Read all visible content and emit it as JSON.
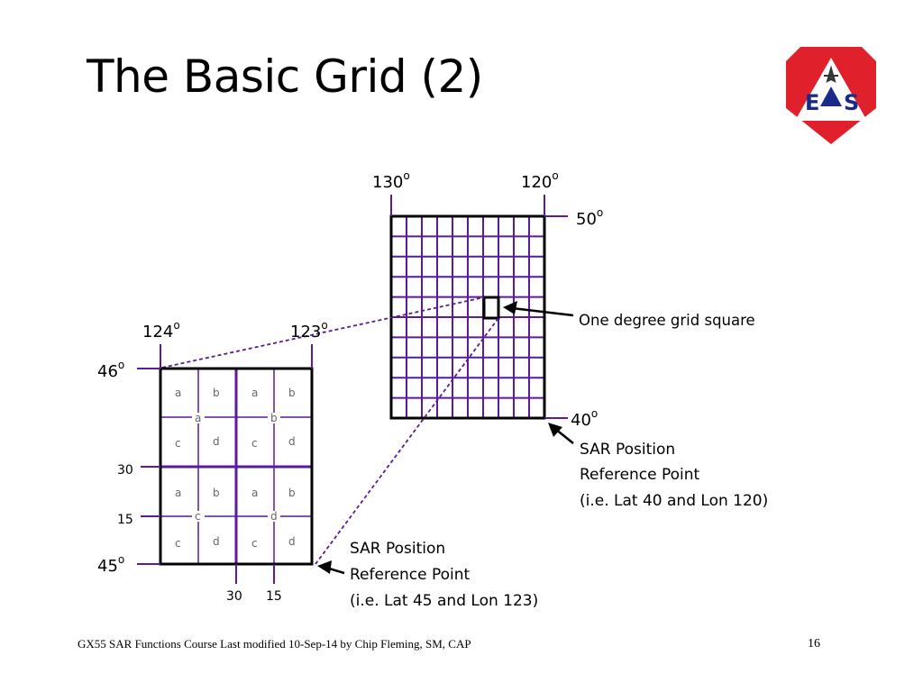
{
  "slide": {
    "title": "The Basic Grid (2)",
    "footer": "GX55 SAR Functions Course  Last modified 10-Sep-14 by Chip Fleming, SM, CAP",
    "page_number": "16"
  },
  "logo": {
    "letter_left": "E",
    "letter_right": "S",
    "shield_color": "#e0202a",
    "triangle_color": "#ffffff",
    "center_color": "#1a2a8a"
  },
  "colors": {
    "grid_purple": "#5a1a9a",
    "black": "#000000"
  },
  "large_grid": {
    "lon_labels": [
      "130",
      "120"
    ],
    "lat_labels": [
      "50",
      "40"
    ],
    "degree_mark": "o",
    "columns": 10,
    "rows": 10,
    "callout_square": "One degree grid square",
    "reference_point": [
      "SAR Position",
      "Reference Point",
      "(i.e. Lat 40 and Lon 120)"
    ]
  },
  "small_grid": {
    "lon_labels": [
      "124",
      "123"
    ],
    "lat_labels": [
      "46",
      "45"
    ],
    "minute_lat_labels": [
      "30",
      "15"
    ],
    "minute_lon_labels": [
      "30",
      "15"
    ],
    "quadrant_letters": [
      "a",
      "b",
      "a",
      "b"
    ],
    "quadrant_letters_bottom": [
      "c",
      "d",
      "c",
      "d"
    ],
    "section_letters_top": [
      "a",
      "b"
    ],
    "section_letters_bottom": [
      "c",
      "d"
    ],
    "reference_point": [
      "SAR Position",
      "Reference Point",
      "(i.e. Lat 45 and Lon 123)"
    ]
  }
}
